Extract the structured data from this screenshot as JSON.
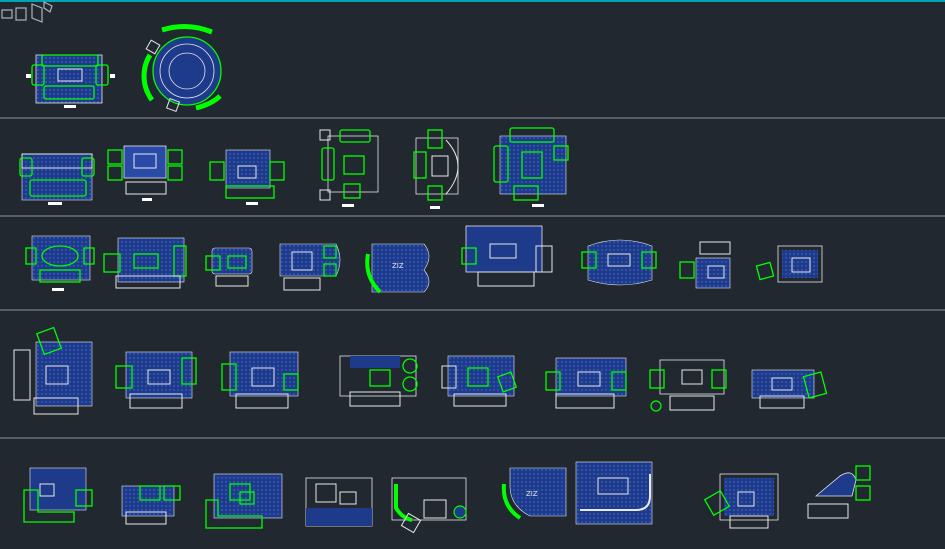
{
  "app": {
    "type": "CAD model space",
    "colors": {
      "background": "#212830",
      "furniture": "#00ff00",
      "fill": "#1e3a8a",
      "fillDense": "#2a4aa8",
      "outline": "#e8e8e8",
      "separator": "#8a94a3",
      "accent": "#00a5b5"
    }
  },
  "viewcube": {
    "icon": "viewcube-icon"
  },
  "rows": [
    {
      "name": "row-1",
      "count": 2
    },
    {
      "name": "row-2",
      "count": 6
    },
    {
      "name": "row-3",
      "count": 9
    },
    {
      "name": "row-4",
      "count": 8
    },
    {
      "name": "row-5",
      "count": 9
    }
  ]
}
